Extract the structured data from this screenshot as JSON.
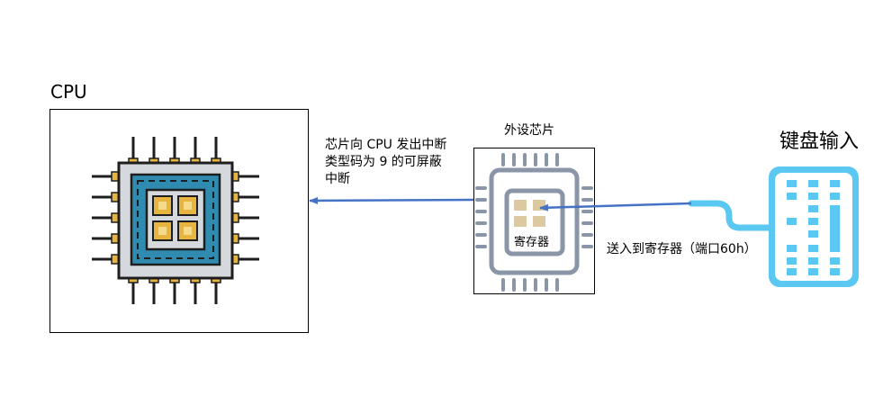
{
  "cpu": {
    "title": "CPU"
  },
  "peripheral": {
    "title": "外设芯片",
    "register_label": "寄存器"
  },
  "keyboard": {
    "title": "键盘输入"
  },
  "arrows": {
    "interrupt_line1": "芯片向 CPU 发出中断",
    "interrupt_line2": "类型码为 9 的可屏蔽",
    "interrupt_line3": "中断",
    "send_label": "送入到寄存器（端口60h）"
  },
  "icons": {
    "cpu": "cpu-chip-icon",
    "peripheral": "microchip-icon",
    "keyboard": "keyboard-icon"
  },
  "colors": {
    "arrow": "#4472c4",
    "keyboard": "#5bc8f2",
    "cpu_core": "#2f8cb0",
    "pin_gold": "#e8b440",
    "chip_gray": "#8a96a8",
    "register_tan": "#dcc9a0"
  }
}
